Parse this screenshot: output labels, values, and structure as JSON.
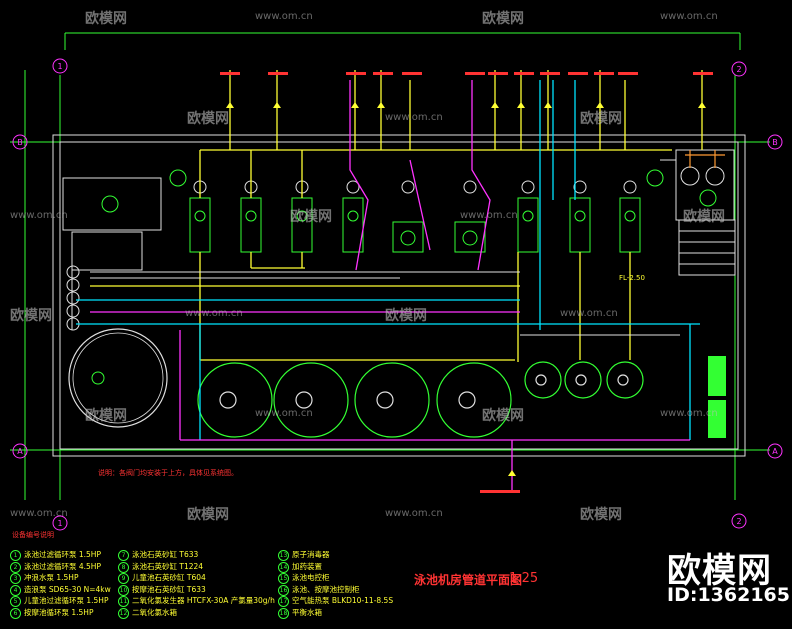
{
  "watermarks": {
    "brand_cn": "欧模网",
    "url": "www.om.cn"
  },
  "brand": {
    "name": "欧模网",
    "id": "ID:1362165"
  },
  "drawing": {
    "title": "泳池机房管道平面图",
    "scale": "1:25",
    "note": "说明：各阀门均安装于上方，具体见系统图。",
    "legend_heading": "设备编号说明",
    "floor_level": "FL-2.50",
    "grid_labels": {
      "col_left": "1",
      "col_right": "2",
      "row_top": "B",
      "row_bottom": "A"
    },
    "colors": {
      "frame": "#33ff33",
      "wall": "#e0e0e0",
      "supply": "#ffff33",
      "return": "#00e5ff",
      "drain": "#ff33ff",
      "annotation": "#ff3333",
      "equipment": "#33ff33"
    }
  },
  "legend_items": [
    {
      "no": "1",
      "text": "泳池过滤循环泵 1.5HP"
    },
    {
      "no": "2",
      "text": "泳池过滤循环泵 4.5HP"
    },
    {
      "no": "3",
      "text": "冲浪水泵 1.5HP"
    },
    {
      "no": "4",
      "text": "造浪泵 SD65-30 N=4kw"
    },
    {
      "no": "5",
      "text": "儿童池过滤循环泵 1.5HP"
    },
    {
      "no": "6",
      "text": "按摩池循环泵 1.5HP"
    },
    {
      "no": "7",
      "text": "泳池石英砂缸 T633"
    },
    {
      "no": "8",
      "text": "泳池石英砂缸 T1224"
    },
    {
      "no": "9",
      "text": "儿童池石英砂缸 T604"
    },
    {
      "no": "10",
      "text": "按摩池石英砂缸 T633"
    },
    {
      "no": "11",
      "text": "二氧化氯发生器 HTCFX-30A 产氯量30g/h"
    },
    {
      "no": "12",
      "text": "二氧化氯水箱"
    },
    {
      "no": "13",
      "text": "原子消毒器"
    },
    {
      "no": "14",
      "text": "加药装置"
    },
    {
      "no": "15",
      "text": "泳池电控柜"
    },
    {
      "no": "16",
      "text": "泳池、按摩池控制柜"
    },
    {
      "no": "17",
      "text": "空气能热泵 BLKD10-11-8.5S"
    },
    {
      "no": "18",
      "text": "平衡水箱"
    }
  ]
}
